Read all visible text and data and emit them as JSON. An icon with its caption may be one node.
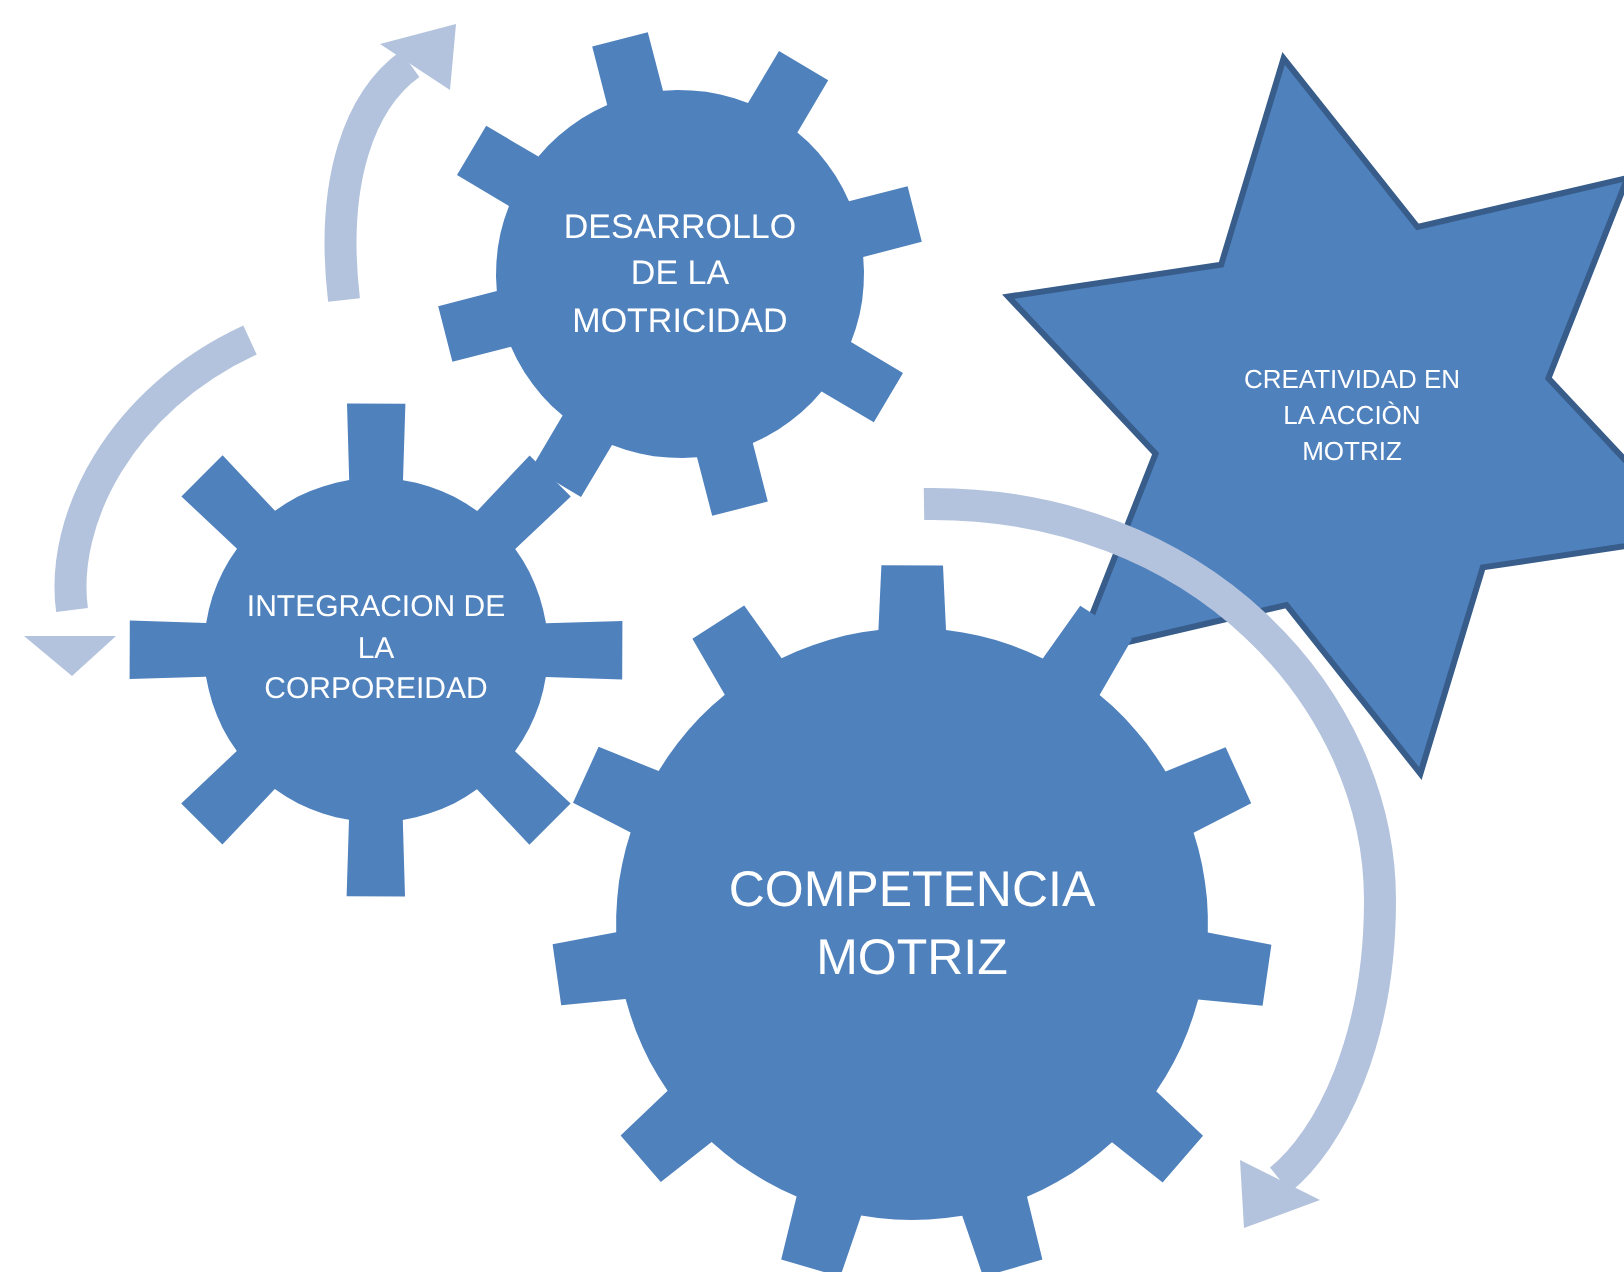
{
  "diagram": {
    "nodes": [
      {
        "text": [
          "DESARROLLO DE LA MOTRICIDAD"
        ]
      },
      {
        "text": [
          "CREATIVIDAD EN LA ACCIÒN MOTRIZ"
        ]
      },
      {
        "text": [
          "INTEGRACION DE LA CORPOREIDAD"
        ]
      },
      {
        "text": [
          "COMPETENCIA MOTRIZ"
        ]
      }
    ]
  }
}
